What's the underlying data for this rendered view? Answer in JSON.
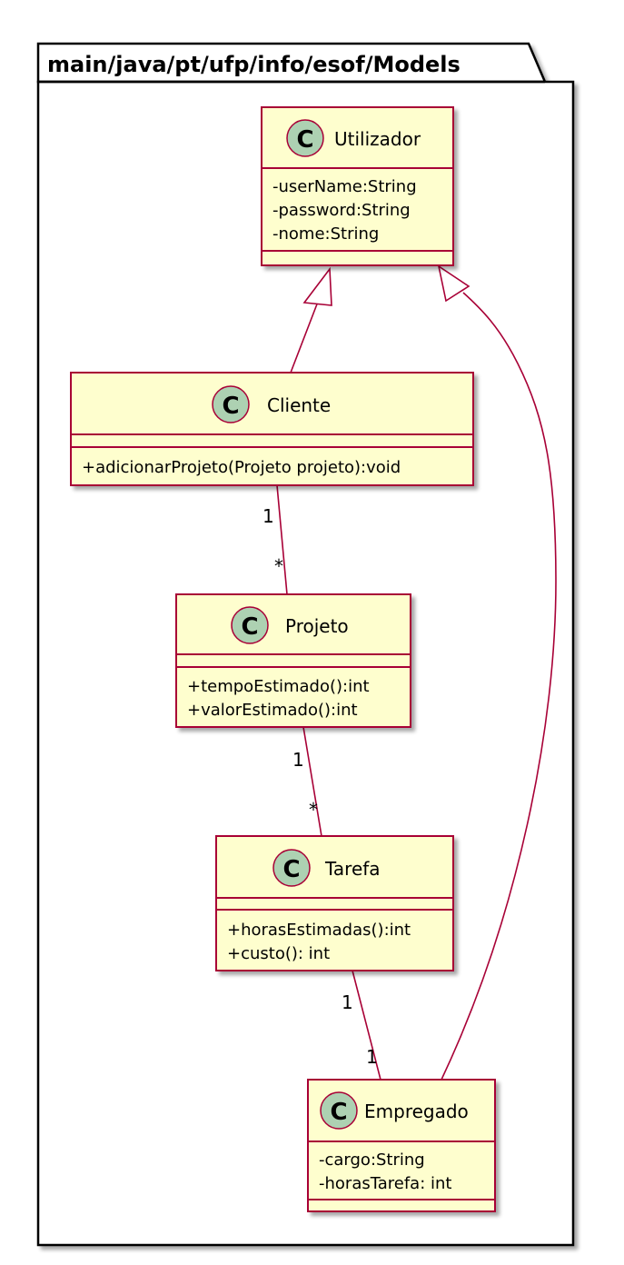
{
  "package": {
    "name": "main/java/pt/ufp/info/esof/Models"
  },
  "classes": [
    {
      "id": "utilizador",
      "stereotype_letter": "C",
      "name": "Utilizador",
      "attributes": [
        "-userName:String",
        "-password:String",
        "-nome:String"
      ],
      "methods": []
    },
    {
      "id": "cliente",
      "stereotype_letter": "C",
      "name": "Cliente",
      "attributes": [],
      "methods": [
        "+adicionarProjeto(Projeto projeto):void"
      ]
    },
    {
      "id": "projeto",
      "stereotype_letter": "C",
      "name": "Projeto",
      "attributes": [],
      "methods": [
        "+tempoEstimado():int",
        "+valorEstimado():int"
      ]
    },
    {
      "id": "tarefa",
      "stereotype_letter": "C",
      "name": "Tarefa",
      "attributes": [],
      "methods": [
        "+horasEstimadas():int",
        "+custo(): int"
      ]
    },
    {
      "id": "empregado",
      "stereotype_letter": "C",
      "name": "Empregado",
      "attributes": [
        "-cargo:String",
        "-horasTarefa: int"
      ],
      "methods": []
    }
  ],
  "relations": [
    {
      "id": "cliente-utilizador",
      "type": "generalization",
      "from": "Cliente",
      "to": "Utilizador"
    },
    {
      "id": "empregado-utilizador",
      "type": "generalization",
      "from": "Empregado",
      "to": "Utilizador"
    },
    {
      "id": "cliente-projeto",
      "type": "association",
      "from": "Cliente",
      "to": "Projeto",
      "from_mult": "1",
      "to_mult": "*"
    },
    {
      "id": "projeto-tarefa",
      "type": "association",
      "from": "Projeto",
      "to": "Tarefa",
      "from_mult": "1",
      "to_mult": "*"
    },
    {
      "id": "tarefa-empregado",
      "type": "association",
      "from": "Tarefa",
      "to": "Empregado",
      "from_mult": "1",
      "to_mult": "1"
    }
  ],
  "colors": {
    "class_fill": "#FEFECE",
    "class_border": "#A80036",
    "spot_fill": "#ADD1B2",
    "line": "#A80036",
    "package_border": "#000000",
    "shadow": "#C8C8C8"
  }
}
